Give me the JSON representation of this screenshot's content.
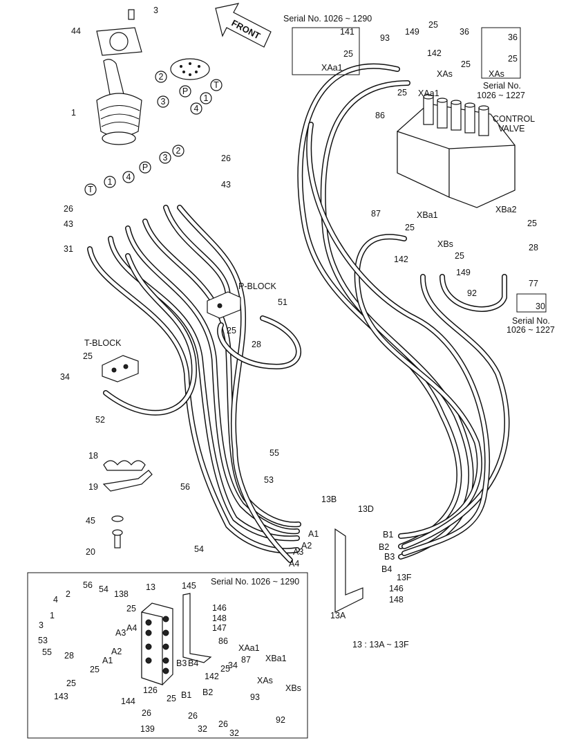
{
  "diagram": {
    "front_label": "FRONT",
    "control_valve_label": [
      "CONTROL",
      "VALVE"
    ],
    "p_block_label": "P-BLOCK",
    "t_block_label": "T-BLOCK",
    "legend_note": "13 : 13A ~ 13F",
    "serial_top_box": "Serial No. 1026 ~ 1290",
    "serial_right_box": [
      "Serial No.",
      "1026 ~ 1227"
    ],
    "serial_mid_right": [
      "Serial No.",
      "1026 ~ 1227"
    ],
    "serial_inset": "Serial No. 1026 ~ 1290",
    "circled_ports_top": [
      "2",
      "P",
      "T",
      "3",
      "4",
      "1"
    ],
    "circled_ports_mid": [
      "3",
      "2",
      "P",
      "4",
      "1",
      "T"
    ],
    "labels": [
      "3",
      "44",
      "1",
      "26",
      "43",
      "26",
      "43",
      "31",
      "141",
      "25",
      "XAa1",
      "93",
      "149",
      "25",
      "36",
      "142",
      "25",
      "XAs",
      "25",
      "XAa1",
      "86",
      "36",
      "25",
      "XAs",
      "87",
      "XBa1",
      "XBa2",
      "25",
      "25",
      "28",
      "XBs",
      "142",
      "25",
      "149",
      "77",
      "92",
      "30",
      "51",
      "25",
      "28",
      "25",
      "34",
      "52",
      "18",
      "19",
      "45",
      "20",
      "55",
      "53",
      "56",
      "54",
      "13B",
      "13D",
      "A1",
      "A2",
      "A3",
      "A4",
      "B1",
      "B2",
      "B3",
      "B4",
      "13F",
      "146",
      "148",
      "13A"
    ],
    "inset_labels": [
      "56",
      "54",
      "2",
      "138",
      "13",
      "145",
      "25",
      "4",
      "A4",
      "A3",
      "146",
      "148",
      "147",
      "1",
      "3",
      "53",
      "55",
      "28",
      "A2",
      "A1",
      "25",
      "86",
      "XAa1",
      "87",
      "XBa1",
      "B3",
      "B4",
      "25",
      "34",
      "142",
      "25",
      "143",
      "126",
      "144",
      "25",
      "XAs",
      "93",
      "B1",
      "B2",
      "XBs",
      "26",
      "26",
      "26",
      "92",
      "139",
      "32",
      "32"
    ]
  }
}
